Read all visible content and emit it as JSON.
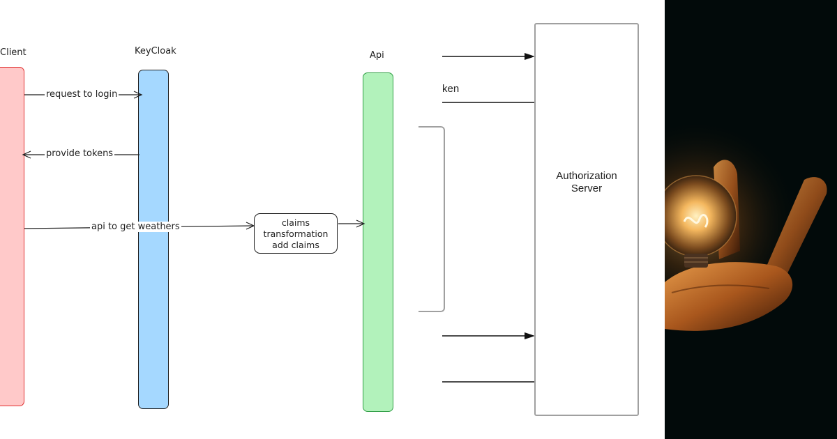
{
  "diagram": {
    "participants": {
      "client": "Client",
      "keycloak": "KeyCloak",
      "api": "Api"
    },
    "messages": {
      "login": "request to login",
      "tokens": "provide tokens",
      "weathers": "api to get weathers"
    },
    "claims_box": {
      "line1": "claims",
      "line2": "transformation",
      "line3": "add claims"
    }
  },
  "auth_diagram": {
    "server_line1": "Authorization",
    "server_line2": "Server",
    "token_fragment": "ken"
  },
  "colors": {
    "client_fill": "#ffc9c9",
    "client_stroke": "#e03131",
    "keycloak_fill": "#a5d8ff",
    "api_fill": "#b2f2bb",
    "api_stroke": "#2f9e44",
    "photo_background": "#020a0a",
    "bulb_glow": "#ffb347"
  },
  "photo": {
    "icon": "lightbulb-in-hand-icon"
  }
}
